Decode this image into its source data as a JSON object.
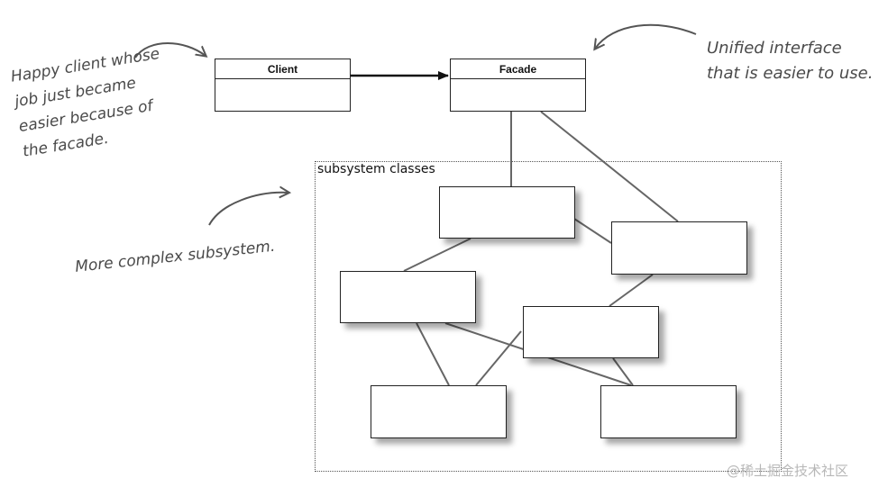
{
  "diagram": {
    "client": {
      "label": "Client"
    },
    "facade": {
      "label": "Facade"
    },
    "subsystem": {
      "label": "subsystem classes"
    },
    "notes": {
      "client_note": "Happy client whose\njob just became\neasier because of\nthe facade.",
      "facade_note": "Unified interface\nthat is easier to use.",
      "subsystem_note": "More complex subsystem."
    }
  },
  "watermark": "@稀土掘金技术社区"
}
